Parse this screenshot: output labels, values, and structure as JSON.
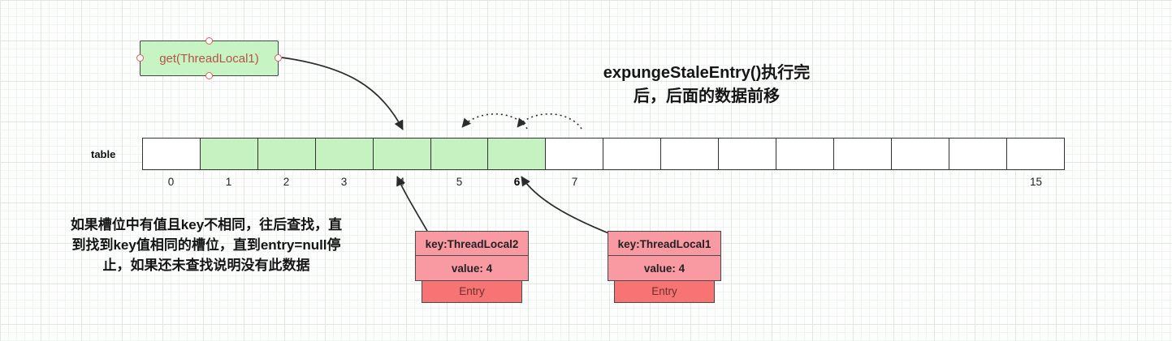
{
  "title": {
    "line1": "expungeStaleEntry()执行完",
    "line2": "后，后面的数据前移"
  },
  "get_box": {
    "label": "get(ThreadLocal1)"
  },
  "table": {
    "label": "table",
    "cells": [
      {
        "index": "0",
        "green": false,
        "bold": false
      },
      {
        "index": "1",
        "green": true,
        "bold": false
      },
      {
        "index": "2",
        "green": true,
        "bold": false
      },
      {
        "index": "3",
        "green": true,
        "bold": false
      },
      {
        "index": "4",
        "green": true,
        "bold": false
      },
      {
        "index": "5",
        "green": true,
        "bold": false
      },
      {
        "index": "6",
        "green": true,
        "bold": true
      },
      {
        "index": "7",
        "green": false,
        "bold": false
      },
      {
        "index": "",
        "green": false,
        "bold": false
      },
      {
        "index": "",
        "green": false,
        "bold": false
      },
      {
        "index": "",
        "green": false,
        "bold": false
      },
      {
        "index": "",
        "green": false,
        "bold": false
      },
      {
        "index": "",
        "green": false,
        "bold": false
      },
      {
        "index": "",
        "green": false,
        "bold": false
      },
      {
        "index": "",
        "green": false,
        "bold": false
      },
      {
        "index": "15",
        "green": false,
        "bold": false
      }
    ]
  },
  "annotation": {
    "line1": "如果槽位中有值且key不相同，往后查找，直",
    "line2": "到找到key值相同的槽位，直到entry=null停",
    "line3": "止，如果还未查找说明没有此数据"
  },
  "entries": [
    {
      "key": "key:ThreadLocal2",
      "value": "value: 4",
      "label": "Entry"
    },
    {
      "key": "key:ThreadLocal1",
      "value": "value: 4",
      "label": "Entry"
    }
  ],
  "colors": {
    "slot_green": "#c5f2c0",
    "get_box_fill": "#c6f5c3",
    "entry_header_fill": "#f99aa2",
    "entry_bottom_fill": "#f87474",
    "arrow": "#333333",
    "handle_ring": "#e05b5b"
  }
}
